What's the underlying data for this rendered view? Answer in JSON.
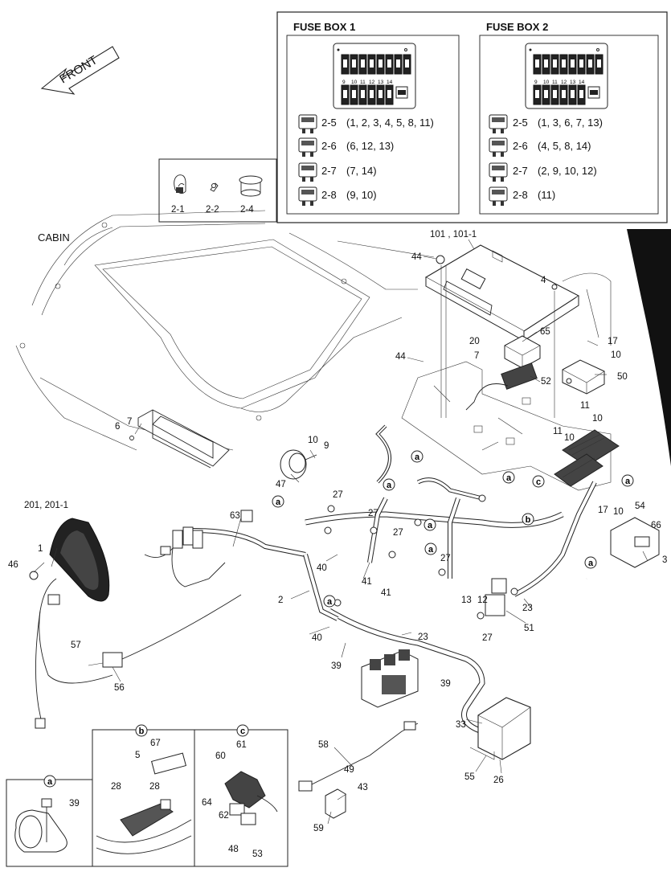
{
  "fuse_box_1": {
    "title": "FUSE BOX 1",
    "rows": [
      {
        "part": "2-5",
        "slots": "(1, 2, 3, 4, 5, 8, 11)"
      },
      {
        "part": "2-6",
        "slots": "(6, 12, 13)"
      },
      {
        "part": "2-7",
        "slots": "(7, 14)"
      },
      {
        "part": "2-8",
        "slots": "(9, 10)"
      }
    ],
    "slot_numbers": [
      "9",
      "10",
      "11",
      "12",
      "13",
      "14"
    ]
  },
  "fuse_box_2": {
    "title": "FUSE BOX 2",
    "rows": [
      {
        "part": "2-5",
        "slots": "(1, 3, 6, 7, 13)"
      },
      {
        "part": "2-6",
        "slots": "(4, 5, 8, 14)"
      },
      {
        "part": "2-7",
        "slots": "(2, 9, 10, 12)"
      },
      {
        "part": "2-8",
        "slots": "(11)"
      }
    ],
    "slot_numbers": [
      "9",
      "10",
      "11",
      "12",
      "13",
      "14"
    ]
  },
  "accessories": [
    "2-1",
    "2-2",
    "2-4"
  ],
  "front_arrow": "FRONT",
  "cabin_label": "CABIN",
  "detail_a": "a",
  "detail_b": "b",
  "detail_c": "c",
  "callouts": {
    "c101": "101 , 101-1",
    "c201": "201, 201-1",
    "c1": "1",
    "c2": "2",
    "c3": "3",
    "c4": "4",
    "c5": "5",
    "c6": "6",
    "c7": "7",
    "c9": "9",
    "c10": "10",
    "c11": "11",
    "c12": "12",
    "c13": "13",
    "c17": "17",
    "c20": "20",
    "c23": "23",
    "c26": "26",
    "c27": "27",
    "c28": "28",
    "c33": "33",
    "c39": "39",
    "c40": "40",
    "c41": "41",
    "c43": "43",
    "c44": "44",
    "c46": "46",
    "c47": "47",
    "c48": "48",
    "c49": "49",
    "c50": "50",
    "c51": "51",
    "c52": "52",
    "c53": "53",
    "c54": "54",
    "c55": "55",
    "c56": "56",
    "c57": "57",
    "c58": "58",
    "c59": "59",
    "c60": "60",
    "c61": "61",
    "c62": "62",
    "c63": "63",
    "c64": "64",
    "c65": "65",
    "c66": "66",
    "c67": "67"
  }
}
